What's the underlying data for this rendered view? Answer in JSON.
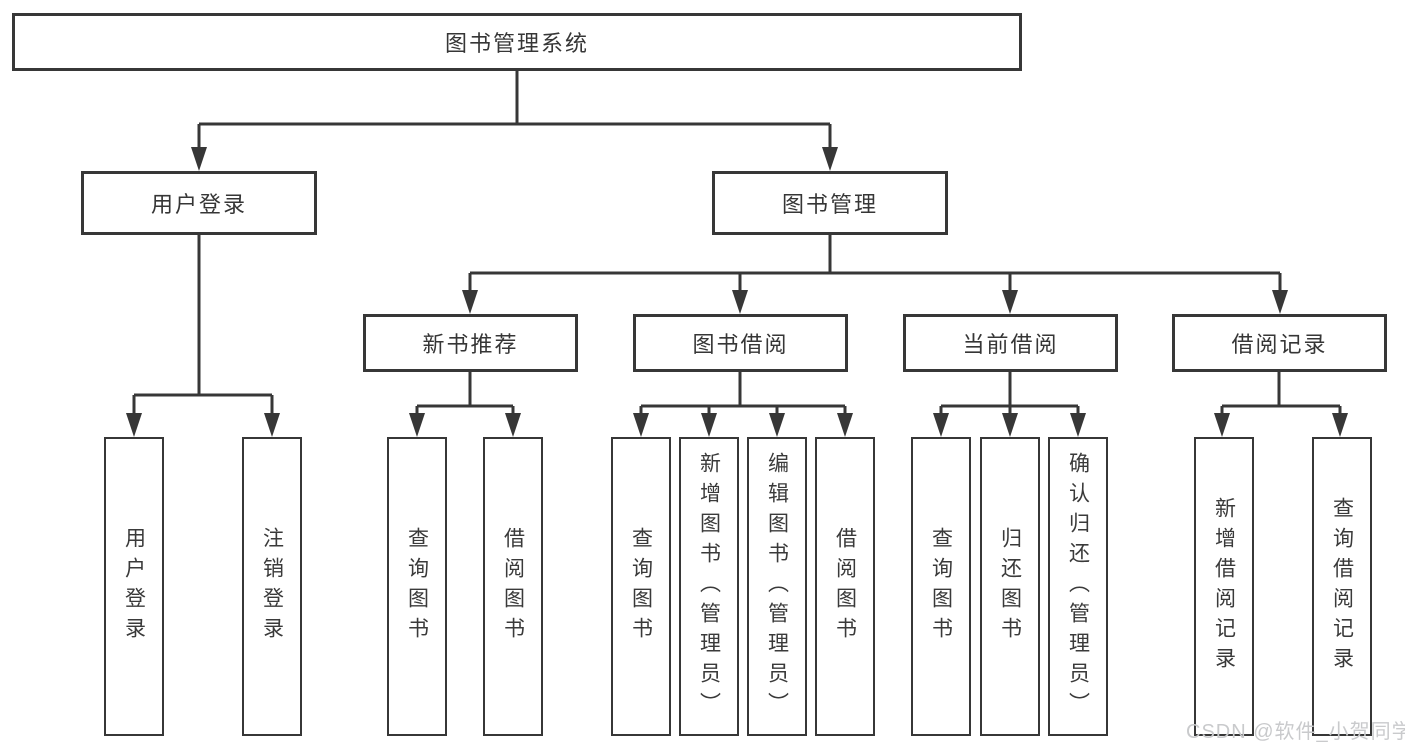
{
  "diagram": {
    "root_label": "图书管理系统",
    "level2": [
      {
        "label": "用户登录"
      },
      {
        "label": "图书管理"
      }
    ],
    "level3": [
      {
        "label": "新书推荐"
      },
      {
        "label": "图书借阅"
      },
      {
        "label": "当前借阅"
      },
      {
        "label": "借阅记录"
      }
    ],
    "leaves": [
      {
        "group": "用户登录",
        "label": "用户登录"
      },
      {
        "group": "用户登录",
        "label": "注销登录"
      },
      {
        "group": "新书推荐",
        "label": "查询图书"
      },
      {
        "group": "新书推荐",
        "label": "借阅图书"
      },
      {
        "group": "图书借阅",
        "label": "查询图书"
      },
      {
        "group": "图书借阅",
        "label": "新增图书（管理员）"
      },
      {
        "group": "图书借阅",
        "label": "编辑图书（管理员）"
      },
      {
        "group": "图书借阅",
        "label": "借阅图书"
      },
      {
        "group": "当前借阅",
        "label": "查询图书"
      },
      {
        "group": "当前借阅",
        "label": "归还图书"
      },
      {
        "group": "当前借阅",
        "label": "确认归还（管理员）"
      },
      {
        "group": "借阅记录",
        "label": "新增借阅记录"
      },
      {
        "group": "借阅记录",
        "label": "查询借阅记录"
      }
    ],
    "watermark": "CSDN @软件_小贺同学"
  },
  "colors": {
    "line": "#373737",
    "box_border": "#373737",
    "text": "#363636",
    "background": "#ffffff",
    "watermark": "#c9cacc"
  }
}
